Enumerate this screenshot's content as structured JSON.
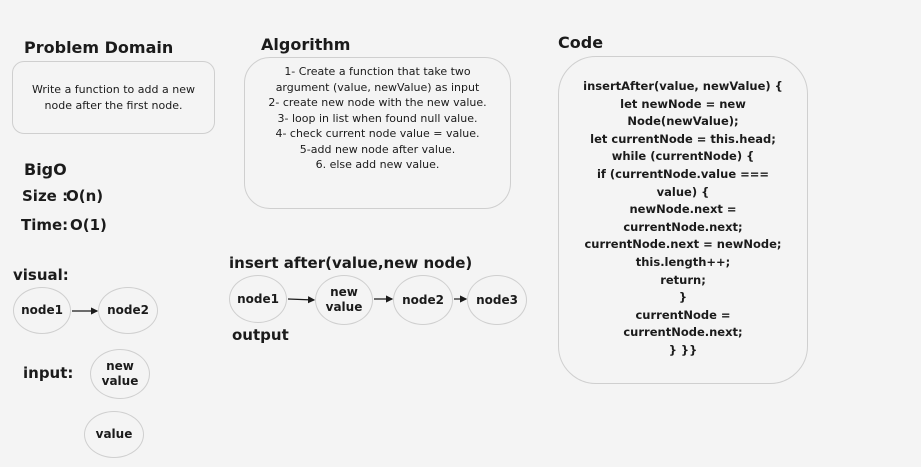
{
  "problem": {
    "heading": "Problem Domain",
    "lines": [
      "Write a function to add a new",
      "node after the first node."
    ]
  },
  "algorithm": {
    "heading": "Algorithm",
    "lines": [
      "1- Create a function that take two",
      "argument (value, newValue) as input",
      "2- create new node with the new value.",
      "3- loop in list when found null value.",
      "4-  check current node value = value.",
      "5-add new node after value.",
      "6. else add new value."
    ]
  },
  "code": {
    "heading": "Code",
    "lines": [
      "insertAfter(value, newValue) {",
      "let newNode = new",
      "Node(newValue);",
      "let currentNode = this.head;",
      "while (currentNode) {",
      "if (currentNode.value ===",
      "value) {",
      "newNode.next =",
      "currentNode.next;",
      "currentNode.next = newNode;",
      "this.length++;",
      "return;",
      "}",
      "currentNode =",
      "currentNode.next;",
      "} }}"
    ]
  },
  "bigo": {
    "heading": "BigO",
    "size_label": "Size :",
    "size_value": "O(n)",
    "time_label": "Time:",
    "time_value": "O(1)"
  },
  "visual": {
    "label": "visual:",
    "node1": "node1",
    "node2": "node2"
  },
  "input": {
    "label": "input:",
    "new_value": "new\nvalue",
    "value": "value"
  },
  "insert_after": {
    "title": "insert after(value,new node)",
    "nodes": [
      "node1",
      "new\nvalue",
      "node2",
      "node3"
    ],
    "output_label": "output"
  },
  "colors": {
    "background": "#f4f4f4",
    "border": "#cfcfcf",
    "text": "#1b1b1b"
  }
}
